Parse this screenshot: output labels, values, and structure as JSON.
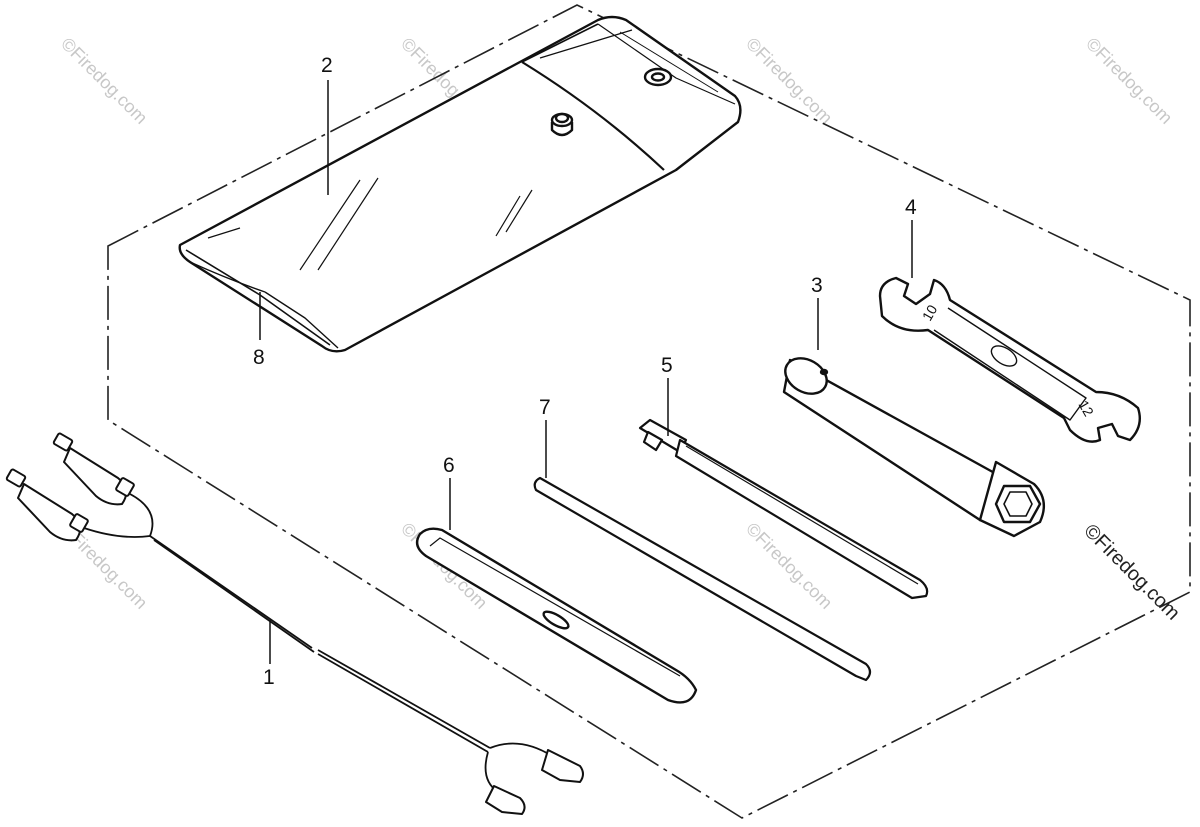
{
  "callouts": [
    {
      "id": "1",
      "label": "1"
    },
    {
      "id": "2",
      "label": "2"
    },
    {
      "id": "3",
      "label": "3"
    },
    {
      "id": "4",
      "label": "4"
    },
    {
      "id": "5",
      "label": "5"
    },
    {
      "id": "6",
      "label": "6"
    },
    {
      "id": "7",
      "label": "7"
    },
    {
      "id": "8",
      "label": "8"
    }
  ],
  "watermark": "©Firedog.com",
  "wrench_markings": {
    "size_a": "10",
    "size_b": "12"
  }
}
